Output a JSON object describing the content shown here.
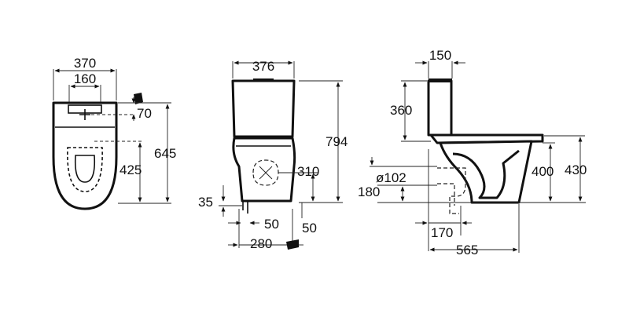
{
  "views": {
    "top": {
      "dims": {
        "overall_width": "370",
        "outlet_spacing": "160",
        "outlet_offset": "70",
        "depth": "645",
        "seat_to_back": "425"
      }
    },
    "front": {
      "dims": {
        "width": "376",
        "height": "794",
        "outlet_height": "310",
        "inlet_height": "35",
        "foot_offset_a": "50",
        "foot_offset_b": "50",
        "fixing_spacing": "280"
      }
    },
    "side": {
      "dims": {
        "cistern_depth": "150",
        "cistern_height": "360",
        "outlet_diameter": "ø102",
        "outlet_height": "180",
        "bowl_height": "400",
        "seat_height": "430",
        "outlet_from_wall": "170",
        "overall_depth": "565"
      }
    }
  },
  "colors": {
    "line": "#111111",
    "background": "#ffffff"
  }
}
